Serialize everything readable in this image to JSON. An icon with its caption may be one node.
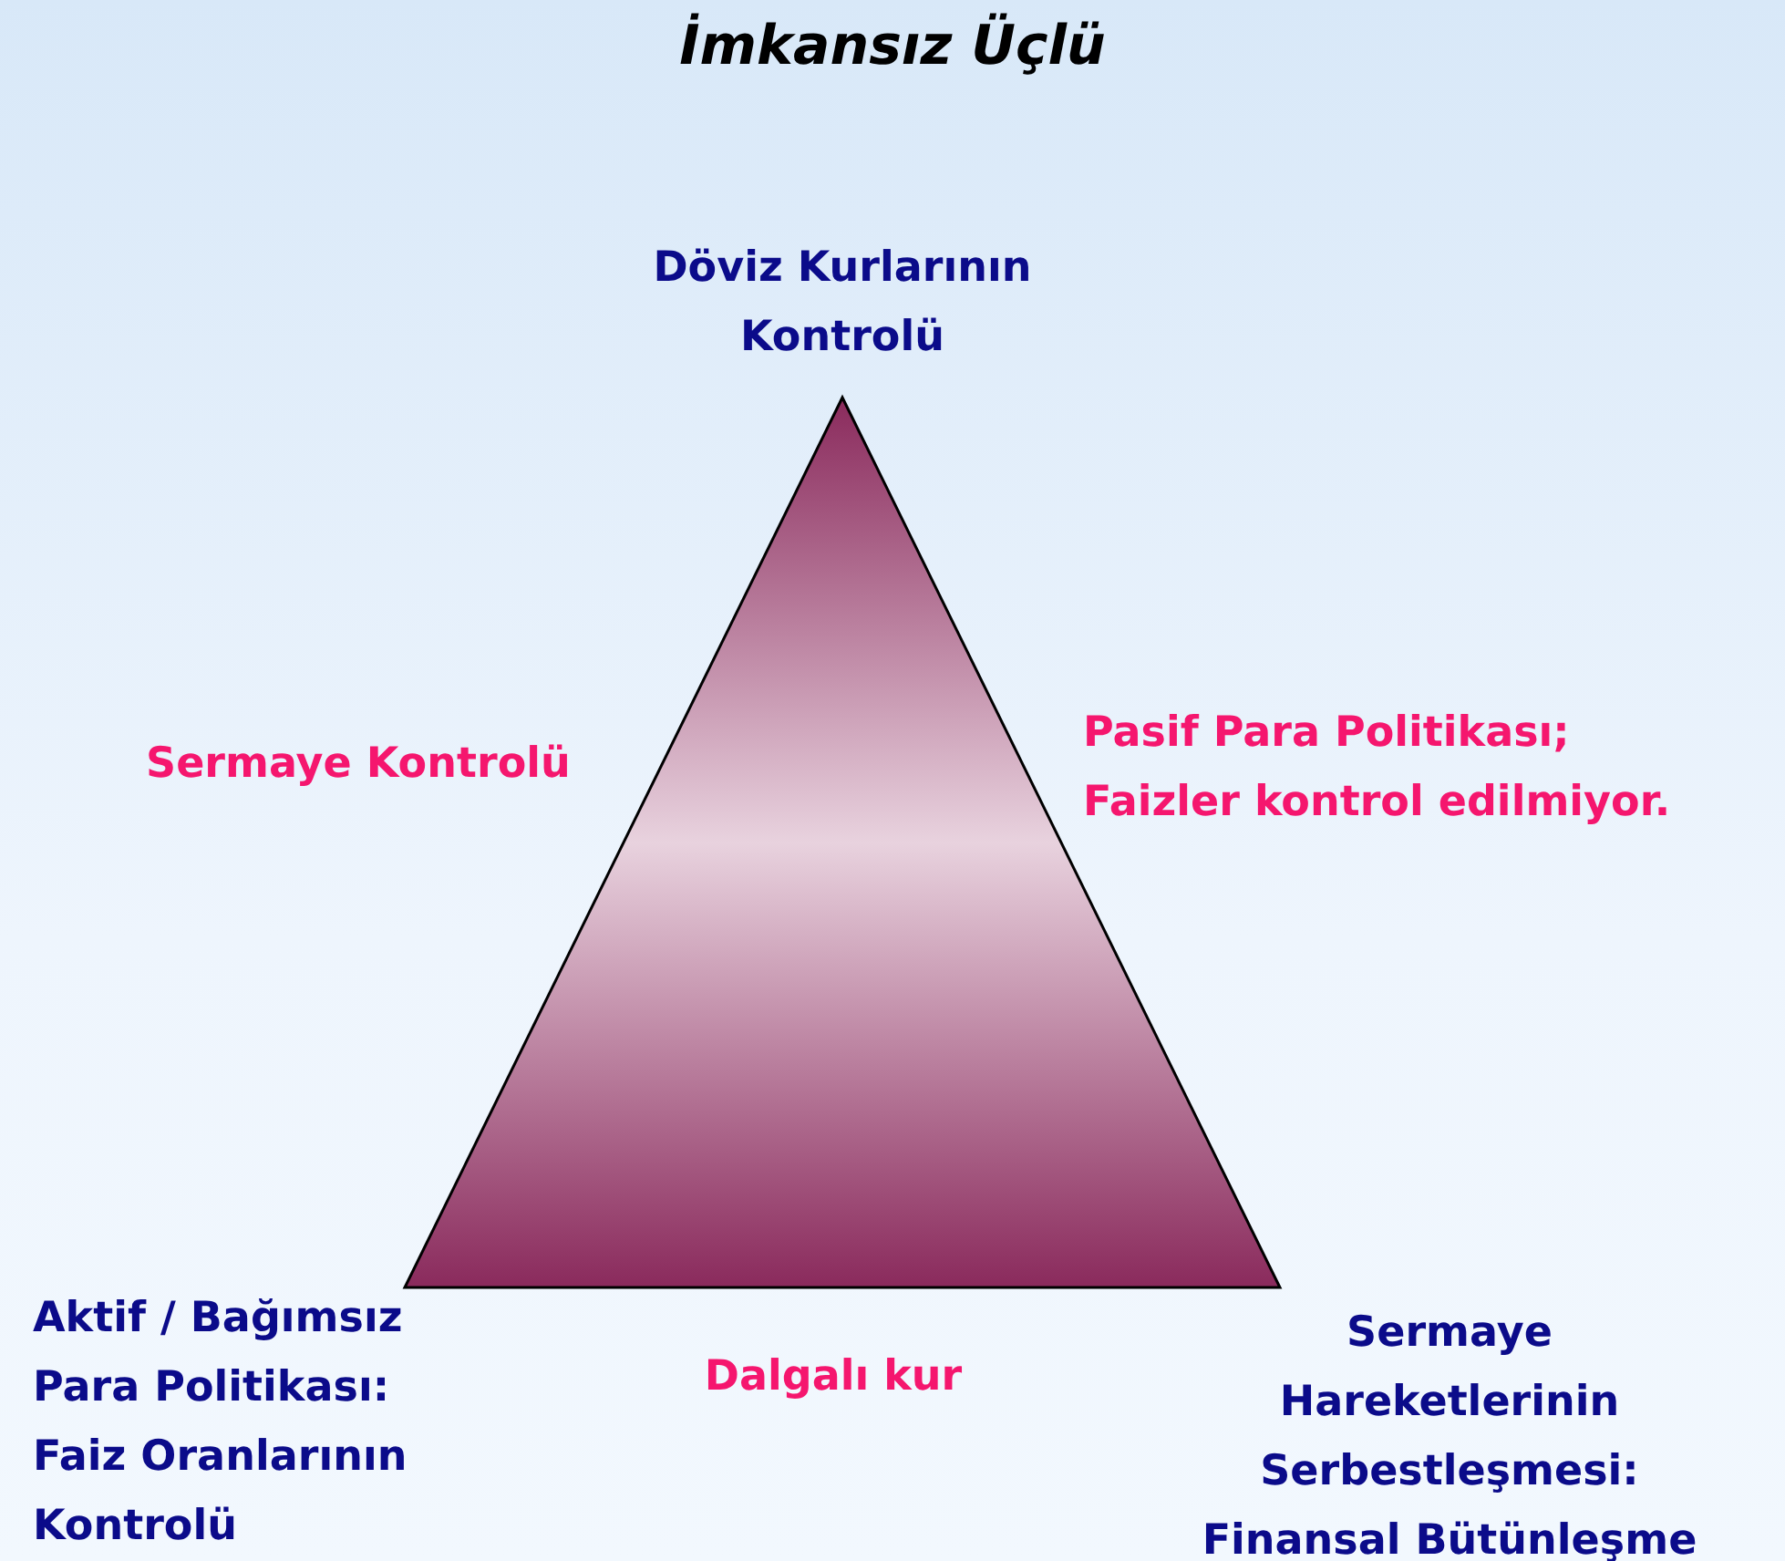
{
  "diagram": {
    "title": "İmkansız Üçlü",
    "labels": [
      "Döviz Kurlarının Kontrolü",
      "Sermaye Kontrolü",
      "Pasif Para Politikası; Faizler kontrol edilmiyor.",
      "Aktif / Bağımsız Para Politikası: Faiz Oranlarının Kontrolü",
      "Dalgalı kur",
      "Sermaye Hareketlerinin Serbestleşmesi: Finansal Bütünleşme"
    ]
  }
}
